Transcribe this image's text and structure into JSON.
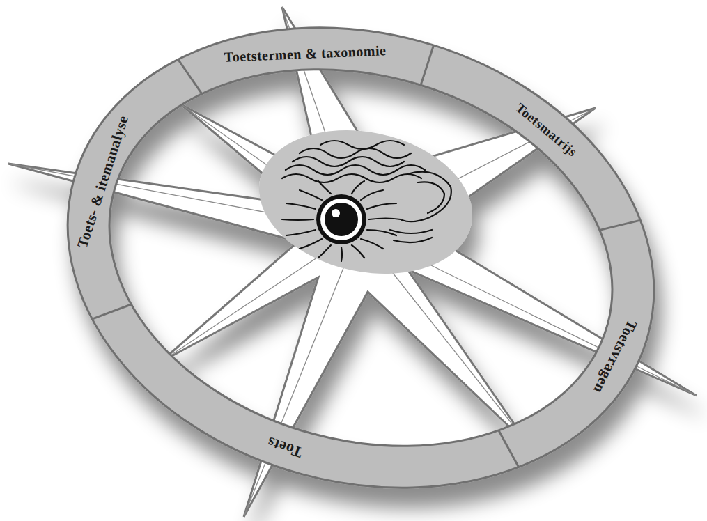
{
  "diagram": {
    "nodes": [
      {
        "text": [
          "Toetstermen & taxonomie"
        ]
      },
      {
        "text": [
          "Toetsmatrijs"
        ]
      },
      {
        "text": [
          "Toetsvragen"
        ]
      },
      {
        "text": [
          "Toets"
        ]
      },
      {
        "text": [
          "Toets- & itemanalyse"
        ]
      }
    ]
  }
}
